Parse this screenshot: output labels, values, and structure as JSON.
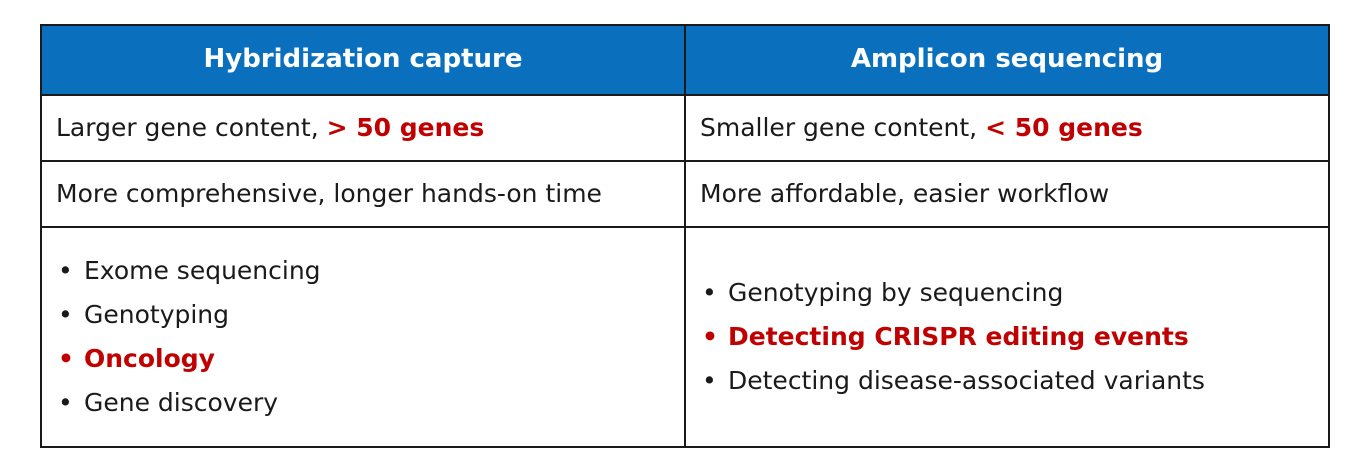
{
  "table": {
    "headers": {
      "left": "Hybridization capture",
      "right": "Amplicon sequencing"
    },
    "row1": {
      "left_text": "Larger gene content, ",
      "left_highlight": "> 50 genes",
      "right_text": "Smaller gene content, ",
      "right_highlight": "< 50 genes"
    },
    "row2": {
      "left": "More comprehensive, longer hands-on time",
      "right": "More affordable, easier workflow"
    },
    "row3": {
      "left_items": [
        "Exome sequencing",
        "Genotyping",
        "Oncology",
        "Gene discovery"
      ],
      "right_items": [
        "Genotyping by sequencing",
        "Detecting CRISPR editing events",
        "Detecting disease-associated variants"
      ]
    }
  },
  "colors": {
    "header_bg": "#0a70be",
    "header_text": "#ffffff",
    "highlight": "#c00000",
    "border": "#1a1a1a"
  }
}
